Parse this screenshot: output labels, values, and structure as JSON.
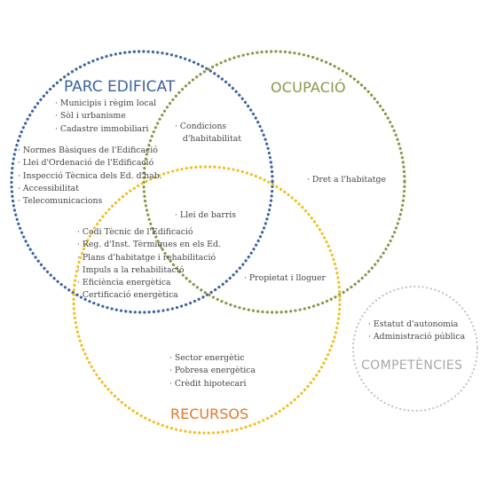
{
  "circles": {
    "parc_edificat": {
      "title": "PARC EDIFICAT",
      "color": "#3d63a0"
    },
    "ocupacio": {
      "title": "OCUPACIÓ",
      "color": "#8a9748"
    },
    "recursos": {
      "title": "RECURSOS",
      "color": "#e2782e",
      "ring_color": "#f0c024"
    },
    "competencies": {
      "title": "COMPETÈNCIES",
      "color": "#a8a8a8"
    }
  },
  "groups": {
    "parc_only": [
      "Municipis i règim local",
      "Sòl i urbanisme",
      "Cadastre immobiliari"
    ],
    "parc_ocupacio": [
      "Condicions",
      "d'habitabilitat"
    ],
    "parc_left": [
      "Normes Bàsiques de l'Edificació",
      "Llei d'Ordenació de l'Edificació",
      "Inspecció Tècnica dels Ed. d'hab.",
      "Accessibilitat",
      "Telecomunicacions"
    ],
    "ocupacio_only": [
      "Dret a l'habitatge"
    ],
    "all_three": [
      "Llei de barris"
    ],
    "parc_recursos": [
      "Codi Tècnic de l'Edificació",
      "Reg. d'Inst. Tèrmiques en els Ed.",
      "Plans d'habitatge i rehabilitació",
      "Impuls a la rehabilitació",
      "Eficiència energètica",
      "Certificació energètica"
    ],
    "ocupacio_recursos": [
      "Propietat i lloguer"
    ],
    "competencies": [
      "Estatut d'autonomia",
      "Administració pública"
    ],
    "recursos_only": [
      "Sector energètic",
      "Pobresa energètica",
      "Crèdit hipotecari"
    ]
  }
}
